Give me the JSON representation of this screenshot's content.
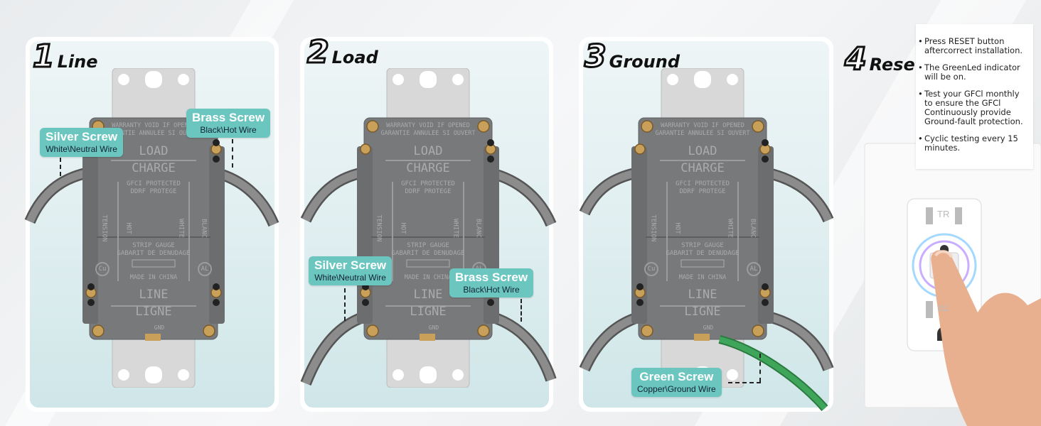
{
  "steps": [
    {
      "num": "1",
      "word": "Line",
      "labels": [
        {
          "main": "Silver Screw",
          "sub": "White\\Neutral Wire"
        },
        {
          "main": "Brass Screw",
          "sub": "Black\\Hot Wire"
        }
      ]
    },
    {
      "num": "2",
      "word": "Load",
      "labels": [
        {
          "main": "Silver Screw",
          "sub": "White\\Neutral Wire"
        },
        {
          "main": "Brass Screw",
          "sub": "Black\\Hot Wire"
        }
      ]
    },
    {
      "num": "3",
      "word": "Ground",
      "labels": [
        {
          "main": "Green Screw",
          "sub": "Copper\\Ground Wire"
        }
      ]
    },
    {
      "num": "4",
      "word": "Reset"
    }
  ],
  "outlet_text": {
    "warranty1": "WARRANTY VOID IF OPENED",
    "warranty2": "GARANTIE ANNULEE SI OUVERT",
    "load": "LOAD",
    "charge": "CHARGE",
    "gfci1": "GFCI PROTECTED",
    "gfci2": "DDRF PROTEGE",
    "strip1": "STRIP GAUGE",
    "strip2": "GABARIT DE DENUDAGE",
    "made": "MADE IN CHINA",
    "line": "LINE",
    "ligne": "LIGNE",
    "gnd": "GND",
    "cu": "Cu",
    "al": "AL",
    "tension": "TENSION",
    "hot": "HOT",
    "white": "WHITE",
    "blanc": "BLANC",
    "tr": "TR"
  },
  "instructions": [
    "Press RESET button aftercorrect installation.",
    "The GreenLed indicator will be on.",
    "Test your GFCl monthly to ensure the GFCl Continuously provide Ground-fault protection.",
    "Cyclic testing every 15 minutes."
  ],
  "colors": {
    "label_bg": "#6cc6c0",
    "panel_bg": "#dfeef0",
    "outlet_body": "#77797b",
    "wire_grey": "#7d7d7d",
    "wire_green": "#3a9a55"
  }
}
